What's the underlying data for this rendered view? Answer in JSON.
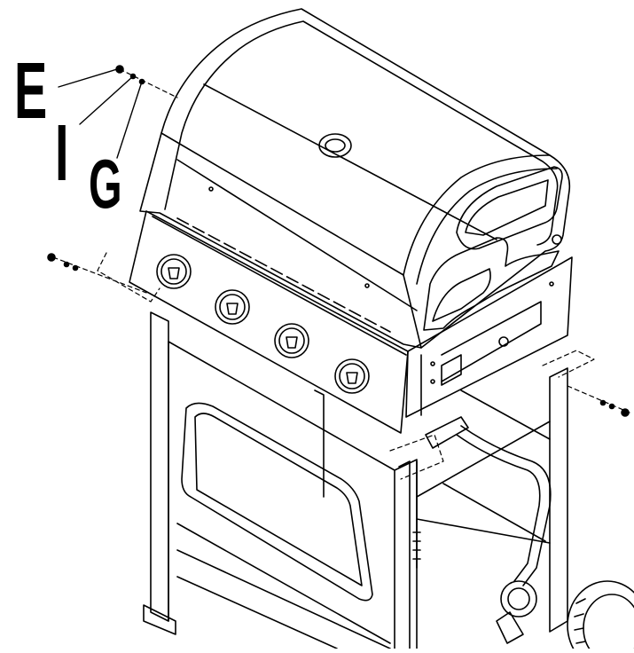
{
  "diagram": {
    "callouts": [
      {
        "id": "e",
        "label": "E"
      },
      {
        "id": "i",
        "label": "I"
      },
      {
        "id": "g",
        "label": "G"
      }
    ],
    "colors": {
      "line": "#000000",
      "background": "#ffffff",
      "dashed": "#000000"
    }
  }
}
